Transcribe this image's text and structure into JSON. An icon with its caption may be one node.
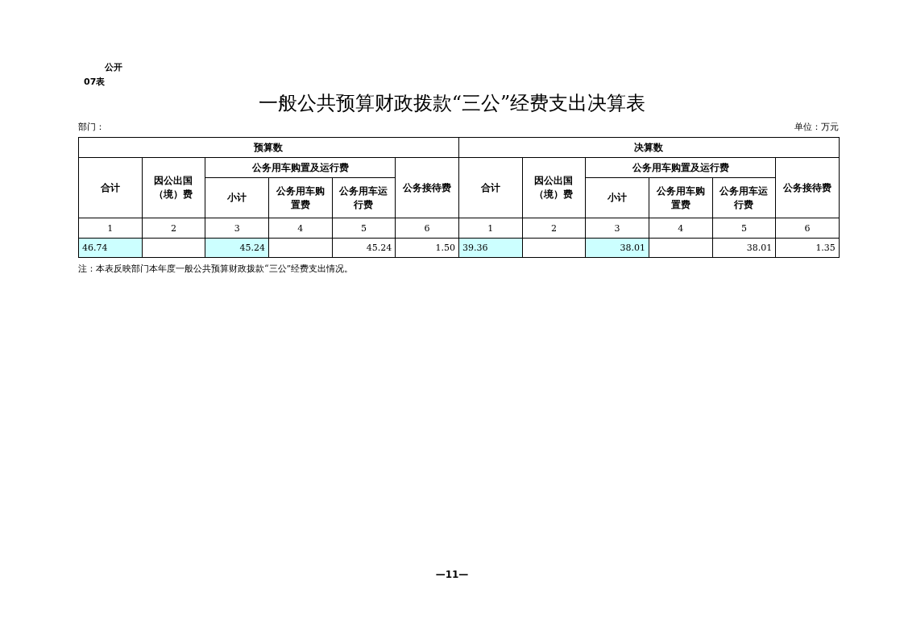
{
  "diagram": {
    "title": "一般公共预算财政拨款“三公”经费支出决算表",
    "labels": [
      "公开",
      "07表",
      "部门：",
      "单位：万元",
      "预算数",
      "决算数",
      "合计",
      "因公出国（境）费",
      "公务用车购置及运行费",
      "公务接待费",
      "合计",
      "因公出国（境）费",
      "公务用车购置及运行费",
      "公务接待费",
      "小计",
      "公务用车购置费",
      "公务用车运行费",
      "小计",
      "公务用车购置费",
      "公务用车运行费",
      "1",
      "2",
      "3",
      "4",
      "5",
      "6",
      "1",
      "2",
      "3",
      "4",
      "5",
      "6",
      "46.74",
      "45.24",
      "45.24",
      "1.50",
      "39.36",
      "38.01",
      "38.01",
      "1.35",
      "注：本表反映部门本年度一般公共预算财政拨款“三公”经费支出情况。",
      "—11—"
    ]
  }
}
